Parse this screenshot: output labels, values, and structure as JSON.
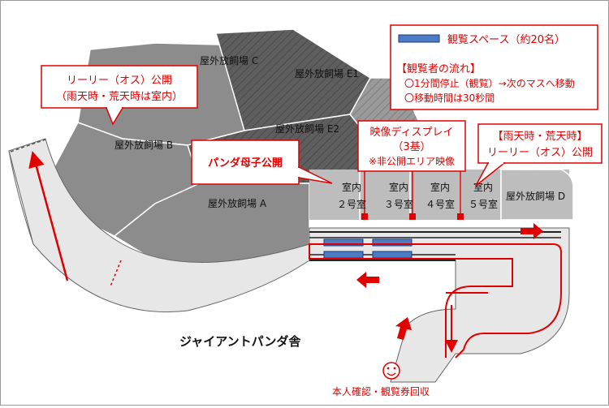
{
  "colors": {
    "accent_red": "#e00000",
    "viewing_space_blue": "#4d7cc7",
    "zone_dark": "#5a5a5a",
    "zone_mid": "#8c8c8c",
    "zone_light": "#b9b9b9",
    "path_light": "#e7e7e7"
  },
  "zones": {
    "c": "屋外放飼場 C",
    "b": "屋外放飼場 B",
    "a": "屋外放飼場 A",
    "e1": "屋外放飼場 E1",
    "e2": "屋外放飼場 E2",
    "d": "屋外放飼場 D"
  },
  "rooms": {
    "prefix": "室内",
    "r2": "２号室",
    "r3": "３号室",
    "r4": "４号室",
    "r5": "５号室"
  },
  "building_label": "ジャイアントパンダ舎",
  "legend": {
    "viewing_space": "観覧スペース（約20名）",
    "flow_title": "【観覧者の流れ】",
    "flow_line1": "〇1分間停止（観覧）→次のマスへ移動",
    "flow_line2": "〇移動時間は30秒間"
  },
  "callouts": {
    "lily_public": {
      "line1": "リーリー（オス）公開",
      "line2": "（雨天時・荒天時は室内）"
    },
    "panda_mother_child": "パンダ母子公開",
    "video_display": {
      "line1": "映像ディスプレイ",
      "line2": "（3基）",
      "line3": "※非公開エリア映像"
    },
    "rain_lily": {
      "line1": "【雨天時・荒天時】",
      "line2": "リーリー（オス）公開"
    }
  },
  "entry": {
    "icon": "smiley-face-icon",
    "label": "本人確認・観覧券回収"
  }
}
